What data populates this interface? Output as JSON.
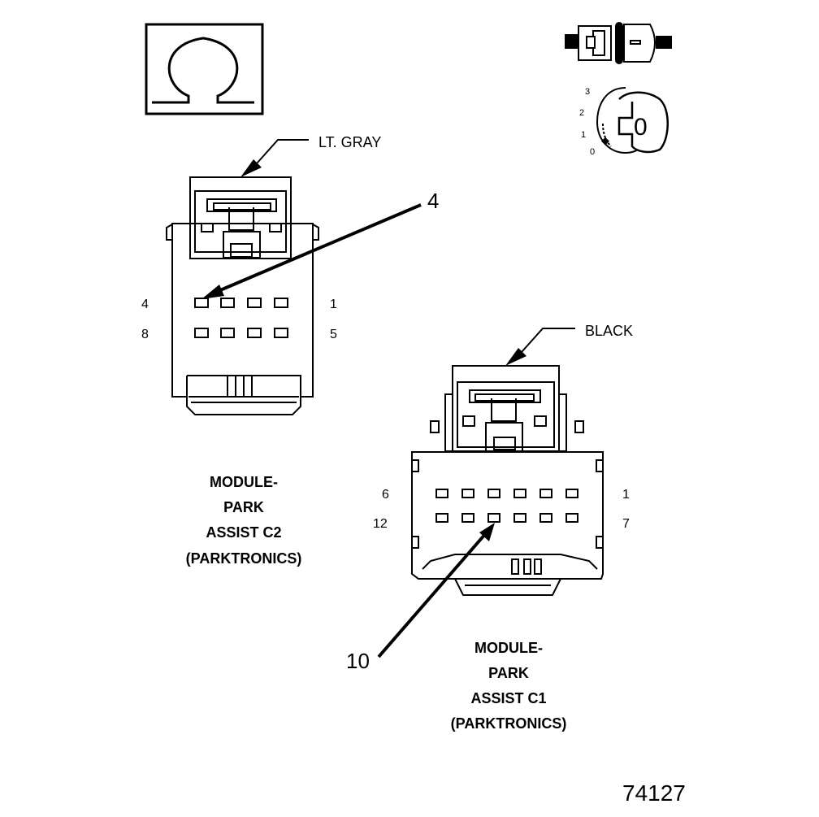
{
  "connector_c2": {
    "color_label": "LT. GRAY",
    "callout": "4",
    "pin_top_left": "4",
    "pin_top_right": "1",
    "pin_bottom_left": "8",
    "pin_bottom_right": "5",
    "title_lines": [
      "MODULE-",
      "PARK",
      "ASSIST C2",
      "(PARKTRONICS)"
    ]
  },
  "connector_c1": {
    "color_label": "BLACK",
    "callout": "10",
    "pin_top_left": "6",
    "pin_top_right": "1",
    "pin_bottom_left": "12",
    "pin_bottom_right": "7",
    "title_lines": [
      "MODULE-",
      "PARK",
      "ASSIST C1",
      "(PARKTRONICS)"
    ]
  },
  "ignition_key": {
    "positions": [
      "3",
      "2",
      "1",
      "0"
    ],
    "key_label": "0"
  },
  "icons": {
    "ohm_symbol": "ohmmeter-icon",
    "probe": "test-probe-icon",
    "key": "ignition-key-icon"
  },
  "figure_number": "74127"
}
